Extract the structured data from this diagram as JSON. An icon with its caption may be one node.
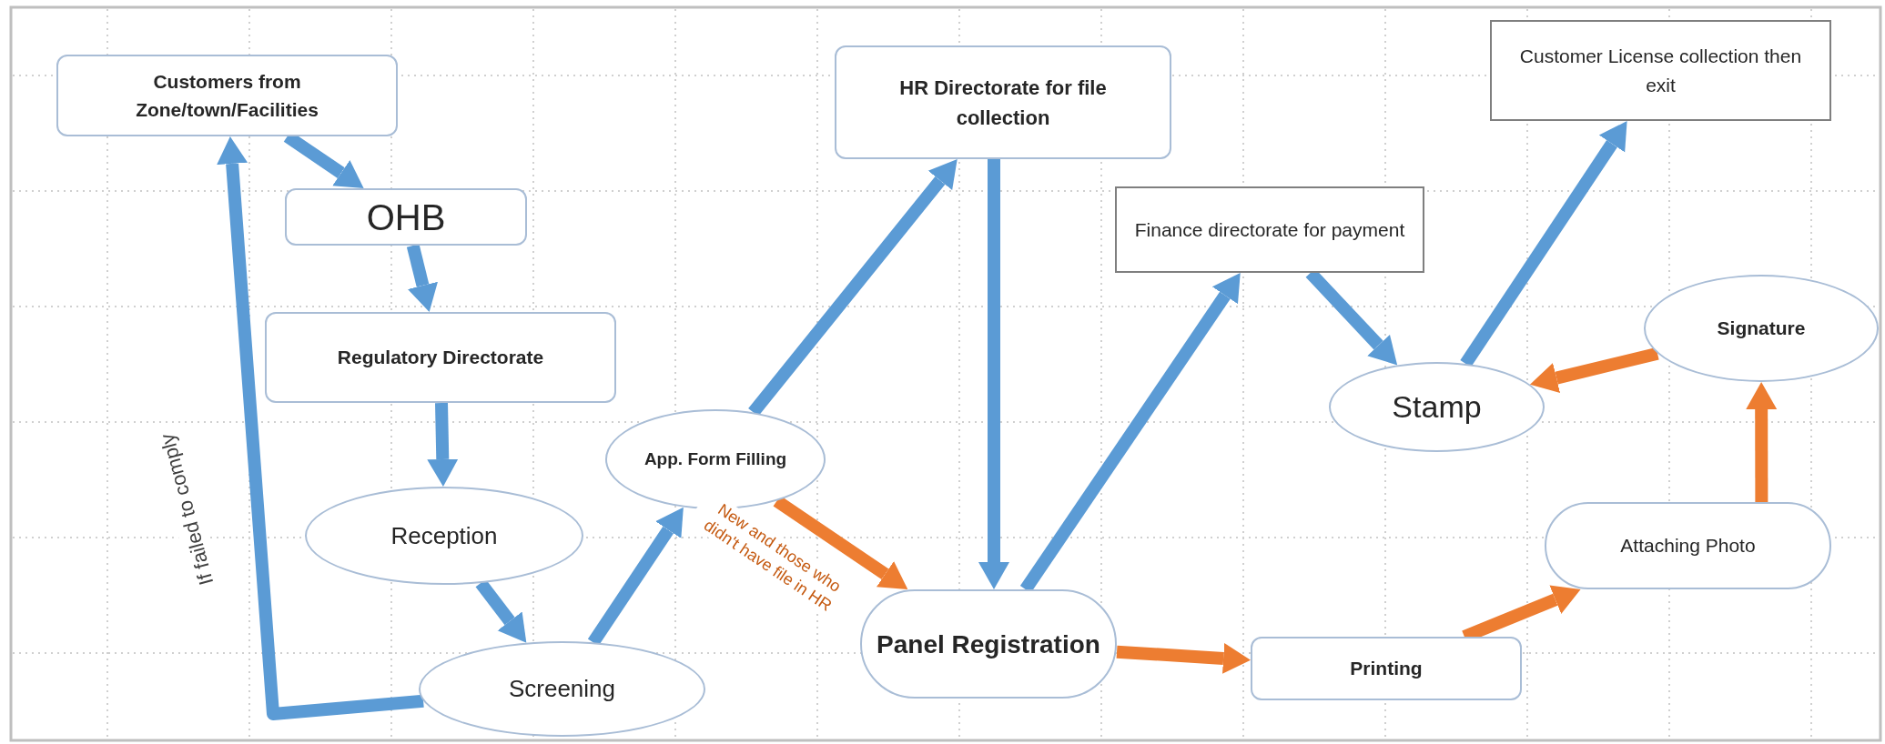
{
  "diagram": {
    "nodes": [
      {
        "text": [
          "Customers from Zone/town/Facilities"
        ]
      },
      {
        "text": [
          "OHB"
        ]
      },
      {
        "text": [
          "Regulatory Directorate"
        ]
      },
      {
        "text": [
          "Reception"
        ]
      },
      {
        "text": [
          "Screening"
        ]
      },
      {
        "text": [
          "App. Form Filling"
        ]
      },
      {
        "text": [
          "HR Directorate for file collection"
        ]
      },
      {
        "text": [
          "Panel Registration"
        ]
      },
      {
        "text": [
          "Finance directorate for payment"
        ]
      },
      {
        "text": [
          "Stamp"
        ]
      },
      {
        "text": [
          "Customer License collection then exit"
        ]
      },
      {
        "text": [
          "Signature"
        ]
      },
      {
        "text": [
          "Attaching  Photo"
        ]
      },
      {
        "text": [
          "Printing"
        ]
      }
    ],
    "edges": [
      {
        "from": 0,
        "to": 1,
        "arrow": "to"
      },
      {
        "from": 1,
        "to": 2,
        "arrow": "to"
      },
      {
        "from": 2,
        "to": 3,
        "arrow": "to"
      },
      {
        "from": 3,
        "to": 4,
        "arrow": "to"
      },
      {
        "from": 4,
        "to": 5,
        "arrow": "to"
      },
      {
        "from": 5,
        "to": 6,
        "arrow": "to"
      },
      {
        "from": 6,
        "to": 7,
        "arrow": "to"
      },
      {
        "from": 7,
        "to": 8,
        "arrow": "to"
      },
      {
        "from": 8,
        "to": 9,
        "arrow": "to"
      },
      {
        "from": 9,
        "to": 10,
        "arrow": "to"
      },
      {
        "from": 4,
        "to": 0,
        "arrow": "to",
        "label": "If failed to comply"
      },
      {
        "from": 5,
        "to": 7,
        "arrow": "to",
        "label": "New and those who didn't have file in HR",
        "color": "#ed7d31"
      },
      {
        "from": 7,
        "to": 13,
        "arrow": "to",
        "color": "#ed7d31"
      },
      {
        "from": 13,
        "to": 12,
        "arrow": "to",
        "color": "#ed7d31"
      },
      {
        "from": 12,
        "to": 11,
        "arrow": "to",
        "color": "#ed7d31"
      },
      {
        "from": 11,
        "to": 9,
        "arrow": "to",
        "color": "#ed7d31"
      }
    ]
  }
}
